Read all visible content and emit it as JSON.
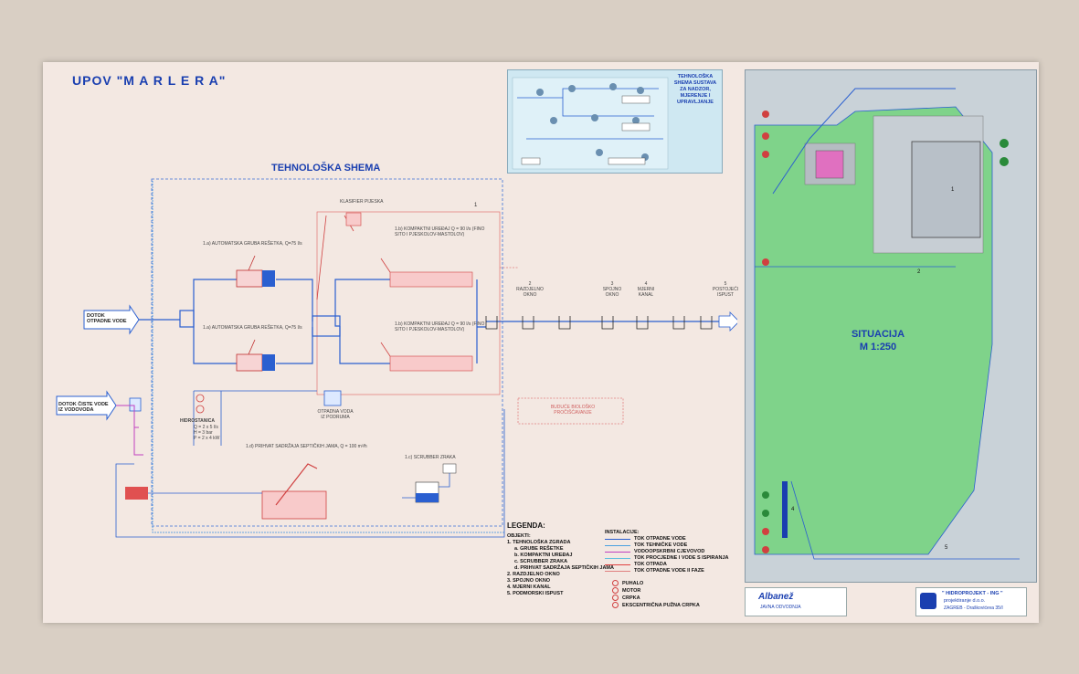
{
  "poster": {
    "title": "UPOV \"M A R L E R A\"",
    "schema_title": "TEHNOLOŠKA SHEMA",
    "situation_title": "SITUACIJA",
    "situation_scale": "M 1:250",
    "mini_schema_title": "TEHNOLOŠKA SHEMA SUSTAVA ZA NADZOR, MJERENJE I UPRAVLJANJE"
  },
  "schema": {
    "inlet": "DOTOK OTPADNE VODE",
    "inlet2": "DOTOK ČISTE VODE IZ VODOVODA",
    "screen_top": "1.a) AUTOMATSKA GRUBA REŠETKA, Q=75 l/s",
    "screen_bottom": "1.a) AUTOMATSKA GRUBA REŠETKA, Q=75 l/s",
    "compact_top": "1.b) KOMPAKTNI UREĐAJ Q = 90 l/s (FINO SITO I PJESKOLOV-MASTOLOV)",
    "compact_bottom": "1.b) KOMPAKTNI UREĐAJ Q = 90 l/s (FINO SITO I PJESKOLOV-MASTOLOV)",
    "classifier": "KLASIFIER PIJESKA",
    "waste_water": "OTPADNA VODA IZ PODRUMA",
    "hydrostation": "HIDROSTANICA",
    "hydro_params": [
      "Q = 2 x 5 l/s",
      "H = 3 bar",
      "P = 2 x 4 kW"
    ],
    "septic": "1.d) PRIHVAT SADRŽAJA SEPTIČKIH JAMA, Q = 100 m³/h",
    "scrubber": "1.c) SCRUBBER ZRAKA",
    "future": "BUDUĆE BIOLOŠKO PROČIŠĆAVANJE",
    "objects": [
      {
        "num": "2",
        "label": "RAZDJELNO OKNO"
      },
      {
        "num": "3",
        "label": "SPOJNO OKNO"
      },
      {
        "num": "4",
        "label": "MJERNI KANAL"
      },
      {
        "num": "5",
        "label": "POSTOJEĆI ISPUST"
      }
    ],
    "box_num": "1"
  },
  "legend": {
    "title": "LEGENDA:",
    "objects_title": "OBJEKTI:",
    "objects": [
      "1. TEHNOLOŠKA ZGRADA",
      "a. GRUBE REŠETKE",
      "b. KOMPAKTNI UREĐAJ",
      "c. SCRUBBER ZRAKA",
      "d. PRIHVAT SADRŽAJA SEPTIČKIH JAMA",
      "2. RAZDJELNO OKNO",
      "3. SPOJNO OKNO",
      "4. MJERNI KANAL",
      "5. PODMORSKI ISPUST"
    ],
    "install_title": "INSTALACIJE:",
    "installs": [
      {
        "label": "TOK OTPADNE VODE",
        "color": "#2a5fd0"
      },
      {
        "label": "TOK TEHNIČKE VODE",
        "color": "#4aa0e0"
      },
      {
        "label": "VODOOPSKRBNI CJEVOVOD",
        "color": "#c040c0"
      },
      {
        "label": "TOK PROCJEDNE I VODE S ISPIRANJA",
        "color": "#60c0e0"
      },
      {
        "label": "TOK OTPADA",
        "color": "#e04040"
      },
      {
        "label": "TOK OTPADNE VODE II FAZE",
        "color": "#e08080"
      }
    ],
    "symbols": [
      "PUHALO",
      "MOTOR",
      "CRPKA",
      "EKSCENTRIČNA PUŽNA CRPKA"
    ]
  },
  "logos": {
    "albanez": "Albanež",
    "albanez_sub": "JAVNA ODVODNJA",
    "hidro": "\" HIDROPROJEKT - ING \"",
    "hidro_sub": "projektiranje d.o.o.",
    "hidro_addr": "ZAGREB - Draškovićeva 35/I"
  },
  "site": {
    "labels": [
      "1",
      "2",
      "4",
      "5"
    ]
  }
}
